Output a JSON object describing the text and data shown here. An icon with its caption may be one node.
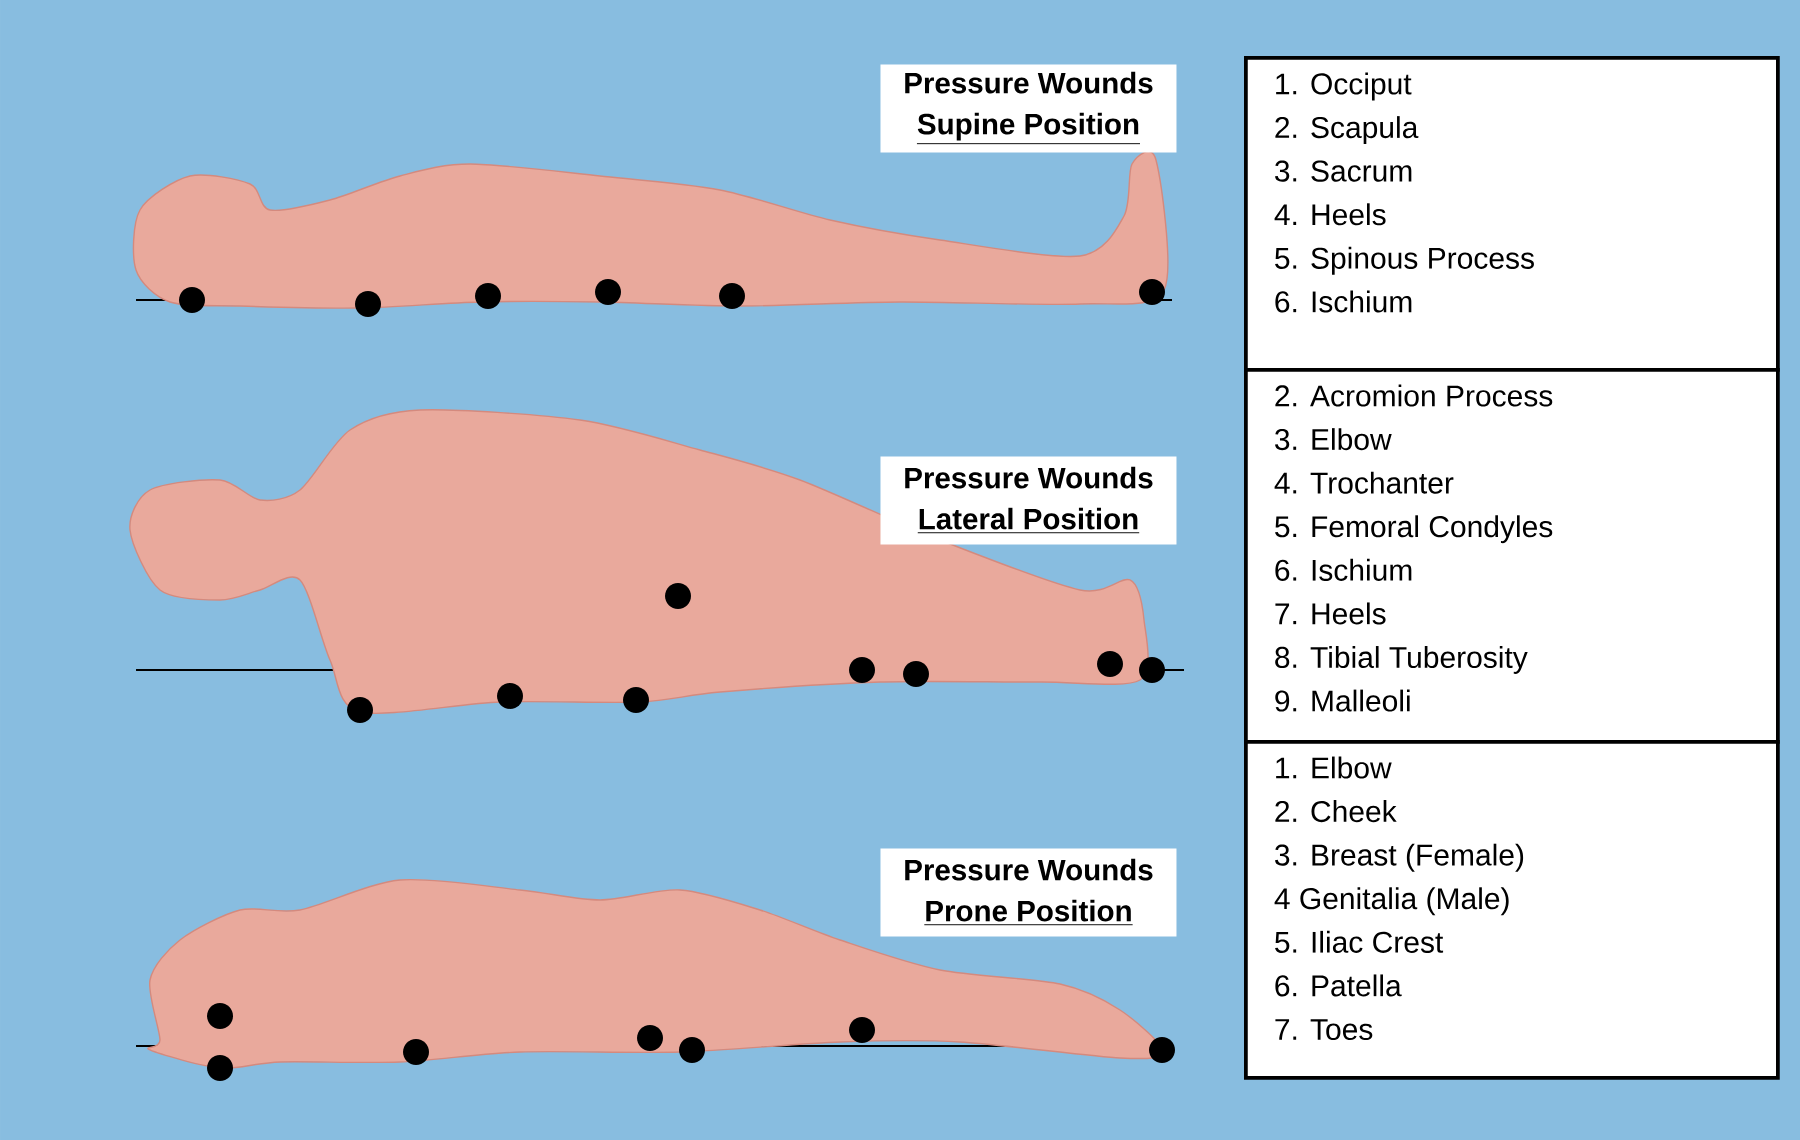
{
  "diagram": {
    "nodes": [
      {
        "text": [
          "Pressure Wounds",
          "Supine Position"
        ]
      },
      {
        "text": [
          "1. Occiput",
          "2. Scapula",
          "3. Sacrum",
          "4. Heels",
          "5. Spinous Process",
          "6. Ischium"
        ]
      },
      {
        "text": [
          "Pressure Wounds",
          "Lateral Position"
        ]
      },
      {
        "text": [
          "2. Acromion Process",
          "3. Elbow",
          "4. Trochanter",
          "5. Femoral Condyles",
          "6. Ischium",
          "7. Heels",
          "8. Tibial Tuberosity",
          "9. Malleoli"
        ]
      },
      {
        "text": [
          "Pressure Wounds",
          "Prone Position"
        ]
      },
      {
        "text": [
          "1. Elbow",
          "2. Cheek",
          "3. Breast (Female)",
          "4 Genitalia (Male)",
          "5. Iliac Crest",
          "6. Patella",
          "7. Toes"
        ]
      }
    ]
  }
}
